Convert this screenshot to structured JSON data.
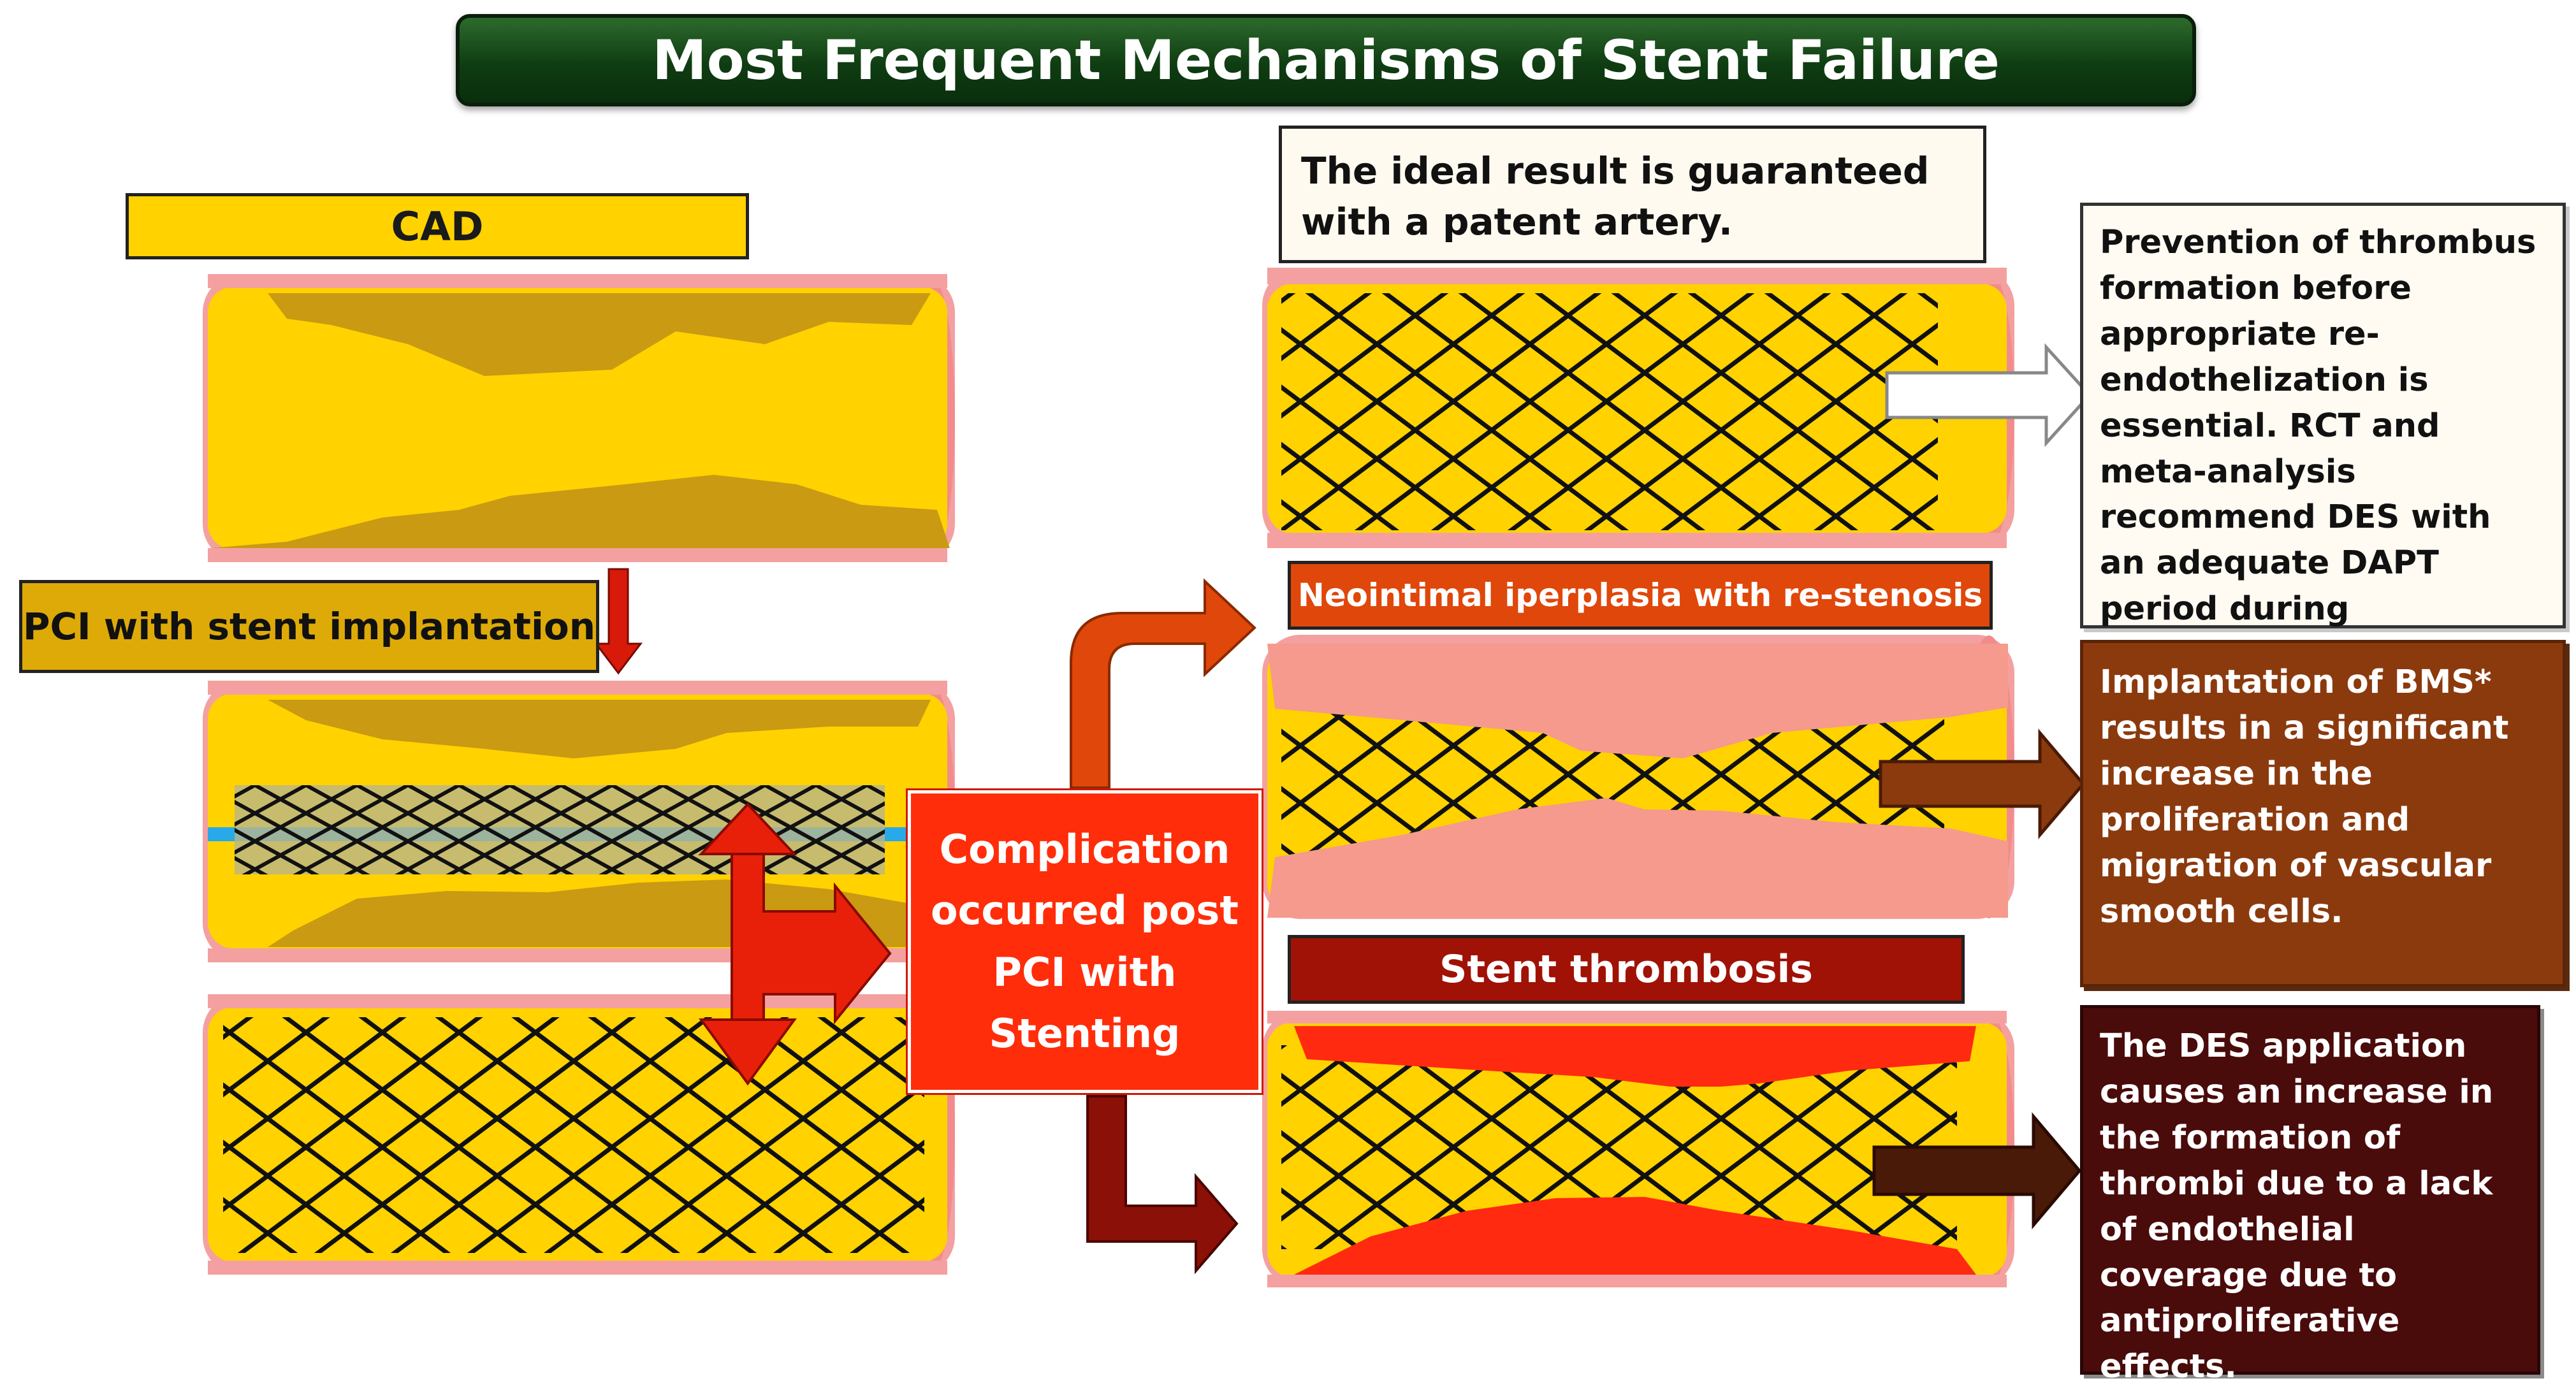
{
  "title": "Most Frequent Mechanisms of Stent Failure",
  "labels": {
    "cad": "CAD",
    "pci": "PCI with stent implantation",
    "complication": "Complication occurred post PCI with Stenting",
    "ideal": "The ideal result is guaranteed with a patent artery.",
    "neointimal": "Neointimal iperplasia with re-stenosis",
    "thrombosis": "Stent thrombosis"
  },
  "notes": {
    "prevention": "Prevention of thrombus formation before appropriate re-endothelization is essential. RCT and meta-analysis recommend DES with an adequate DAPT period during endotelization.",
    "bms": "Implantation of BMS* results in a significant increase in the proliferation and migration of vascular smooth cells.",
    "des": "The DES application causes an increase in the formation of thrombi due to a lack of endothelial coverage due to antiproliferative effects."
  },
  "colors": {
    "title_bg": "#0f3d12",
    "artery_lumen": "#ffd200",
    "vessel_wall": "#f4a0a0",
    "plaque": "#d0a010",
    "stent_mesh": "#111111",
    "balloon": "#29a9e8",
    "complication": "#ff2d0a",
    "neointima": "#f59a8c",
    "thrombus": "#ff2a10",
    "arrow_red": "#d81a0a",
    "arrow_orange": "#e0470a",
    "arrow_darkred": "#8b1008",
    "arrow_brown": "#8b3a0e",
    "arrow_darkbrown": "#4a1a08"
  }
}
